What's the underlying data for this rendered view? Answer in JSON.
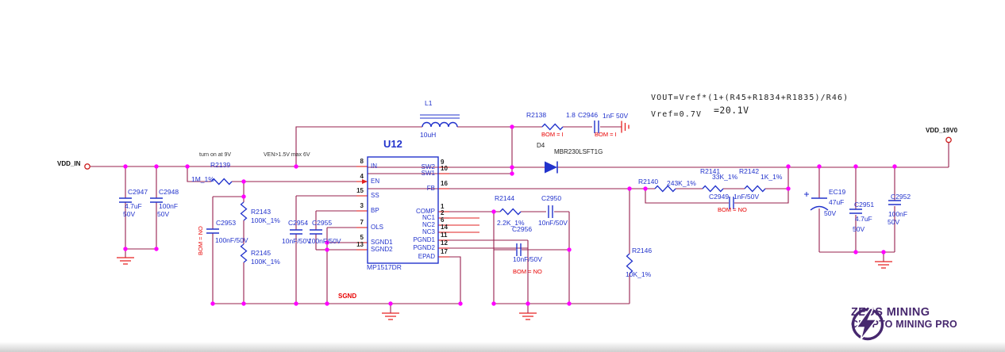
{
  "colors": {
    "wire": "#97204e",
    "stub": "#e02020",
    "symbol": "#2233cc",
    "junction": "#ff00ff",
    "ground": "#e82020",
    "bom_note": "#e80000",
    "logo": "#46276e"
  },
  "nets": {
    "input": "VDD_IN",
    "output": "VDD_19V0",
    "sgnd": "SGND"
  },
  "notes": {
    "turn_on": "turn on at 9V",
    "ven": "VEN>1.5V max 6V",
    "bom_no": "BOM = NO",
    "bom_i": "BOM = I"
  },
  "formula": {
    "line1": "VOUT=Vref*(1+(R45+R1834+R1835)/R46)",
    "line2": "Vref=0.7V",
    "result": "=20.1V"
  },
  "ic": {
    "ref": "U12",
    "part": "MP1517DR",
    "left_pins": [
      {
        "n": "8",
        "name": "IN"
      },
      {
        "n": "4",
        "name": "EN"
      },
      {
        "n": "15",
        "name": "SS"
      },
      {
        "n": "3",
        "name": "BP"
      },
      {
        "n": "7",
        "name": "OLS"
      },
      {
        "n": "5",
        "name": "SGND1"
      },
      {
        "n": "13",
        "name": "SGND2"
      }
    ],
    "right_pins": [
      {
        "n": "9",
        "name": "SW2"
      },
      {
        "n": "10",
        "name": "SW1"
      },
      {
        "n": "16",
        "name": "FB"
      },
      {
        "n": "1",
        "name": "COMP"
      },
      {
        "n": "2",
        "name": "NC1"
      },
      {
        "n": "6",
        "name": "NC2"
      },
      {
        "n": "14",
        "name": "NC3"
      },
      {
        "n": "11",
        "name": "PGND1"
      },
      {
        "n": "12",
        "name": "PGND2"
      },
      {
        "n": "17",
        "name": "EPAD"
      }
    ]
  },
  "components": {
    "l1": {
      "ref": "L1",
      "val": "10uH"
    },
    "d4": {
      "ref": "D4",
      "val": "MBR230LSFT1G"
    },
    "c2947": {
      "ref": "C2947",
      "val": "4.7uF",
      "volt": "50V"
    },
    "c2948": {
      "ref": "C2948",
      "val": "100nF",
      "volt": "50V"
    },
    "r2139": {
      "ref": "R2139",
      "val": "1M_1%"
    },
    "r2143": {
      "ref": "R2143",
      "val": "100K_1%"
    },
    "r2145": {
      "ref": "R2145",
      "val": "100K_1%"
    },
    "c2953": {
      "ref": "C2953",
      "val": "100nF/50V"
    },
    "c2954": {
      "ref": "C2954",
      "val": "10nF/50V"
    },
    "c2955": {
      "ref": "C2955",
      "val": "100nF/50V"
    },
    "r2138": {
      "ref": "R2138",
      "val": "1.8"
    },
    "c2946": {
      "ref": "C2946",
      "val": "1nF 50V"
    },
    "r2144": {
      "ref": "R2144",
      "val": "2.2K_1%"
    },
    "c2950": {
      "ref": "C2950",
      "val": "10nF/50V"
    },
    "c2956": {
      "ref": "C2956",
      "val": "10nF/50V"
    },
    "r2140": {
      "ref": "R2140",
      "val": "243K_1%"
    },
    "r2141": {
      "ref": "R2141",
      "val": "33K_1%"
    },
    "r2142": {
      "ref": "R2142",
      "val": "1K_1%"
    },
    "c2949": {
      "ref": "C2949",
      "val": "1nF/50V"
    },
    "r2146": {
      "ref": "R2146",
      "val": "10K_1%"
    },
    "ec19": {
      "ref": "EC19",
      "val": "47uF",
      "volt": "50V"
    },
    "c2951": {
      "ref": "C2951",
      "val": "4.7uF",
      "volt": "50V"
    },
    "c2952": {
      "ref": "C2952",
      "val": "100nF",
      "volt": "50V"
    }
  },
  "logo": {
    "line1": "ZEUS MINING",
    "line2": "CRYPTO MINING PRO"
  }
}
